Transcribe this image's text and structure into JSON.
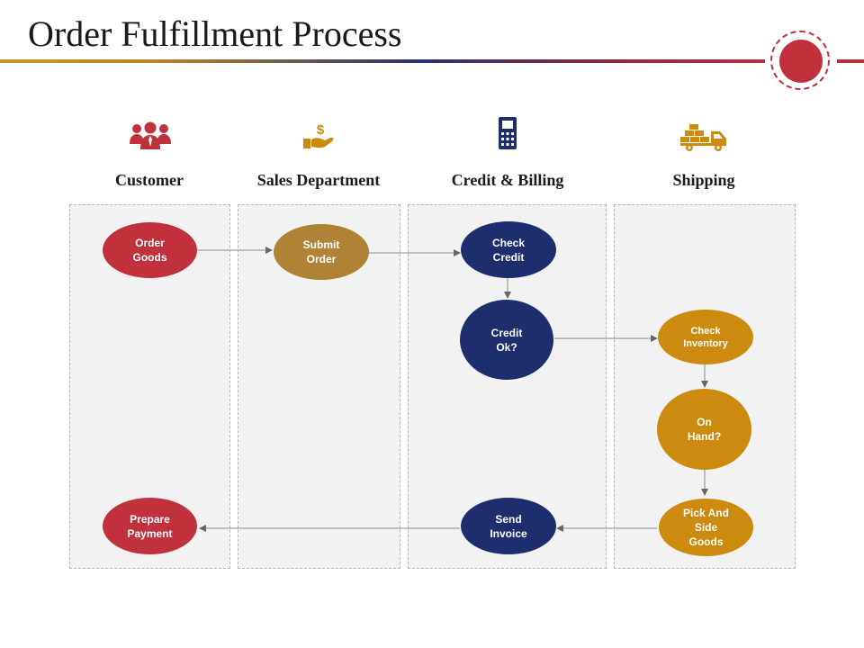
{
  "title": "Order Fulfillment Process",
  "colors": {
    "customer": "#c0313c",
    "sales": "#b08235",
    "credit": "#1d2d6e",
    "shipping": "#cc8a0e"
  },
  "lanes": [
    {
      "title": "Customer",
      "icon": "group-icon"
    },
    {
      "title": "Sales Department",
      "icon": "hand-money-icon"
    },
    {
      "title": "Credit  & Billing",
      "icon": "calculator-icon"
    },
    {
      "title": "Shipping",
      "icon": "truck-icon"
    }
  ],
  "nodes": {
    "order_goods": "Order\nGoods",
    "submit_order": "Submit\nOrder",
    "check_credit": "Check\nCredit",
    "credit_ok": "Credit\nOk?",
    "check_inventory": "Check\nInventory",
    "on_hand": "On\nHand?",
    "pick_side_goods": "Pick And\nSide\nGoods",
    "send_invoice": "Send\nInvoice",
    "prepare_payment": "Prepare\nPayment"
  }
}
